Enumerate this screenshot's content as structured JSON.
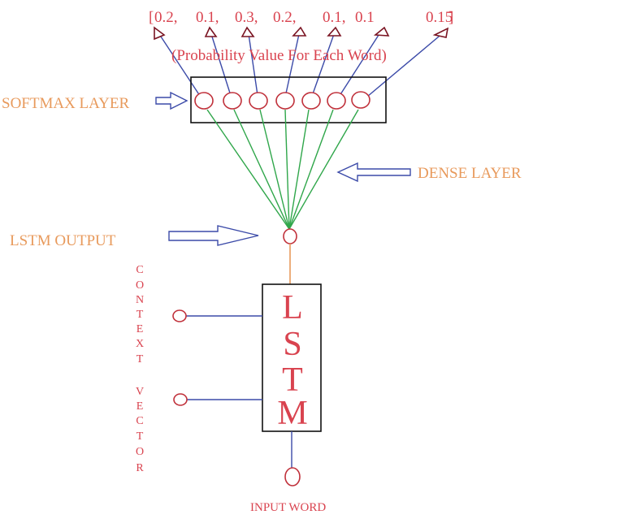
{
  "probabilities": {
    "open_bracket": "[",
    "close_bracket": "]",
    "values": [
      "0.2,",
      "0.1,",
      "0.3,",
      "0.2,",
      "0.1,",
      "0.1",
      "0.15"
    ],
    "caption": "(Probability Value For Each Word)"
  },
  "labels": {
    "softmax_layer": "SOFTMAX LAYER",
    "dense_layer": "DENSE LAYER",
    "lstm_output": "LSTM OUTPUT",
    "context_vector_letters": [
      "C",
      "O",
      "N",
      "T",
      "E",
      "X",
      "T",
      "",
      "V",
      "E",
      "C",
      "T",
      "O",
      "R"
    ],
    "input_word": "INPUT WORD",
    "lstm_letters": [
      "L",
      "S",
      "T",
      "M"
    ]
  },
  "colors": {
    "label_orange": "#e89a5c",
    "text_red": "#d9434f",
    "node_red": "#c0303a",
    "connector_blue": "#3b4aa8",
    "dense_green": "#2fa64a",
    "arrowhead_maroon": "#7a1422"
  }
}
